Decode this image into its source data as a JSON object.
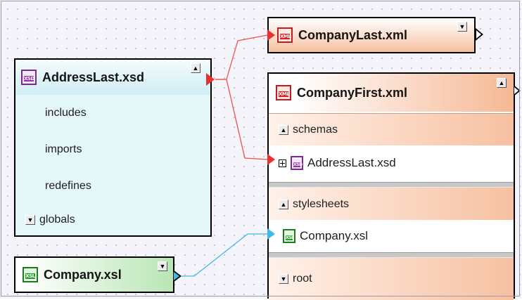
{
  "address_box": {
    "title": "AddressLast.xsd",
    "icon": "xsd-file-icon",
    "icon_text": "XSD",
    "items": [
      "includes",
      "imports",
      "redefines"
    ],
    "globals_label": "globals",
    "color": "#e4f6f8"
  },
  "company_last": {
    "title": "CompanyLast.xml",
    "icon": "xml-file-icon",
    "icon_text": "XML"
  },
  "company_first": {
    "title": "CompanyFirst.xml",
    "icon": "xml-file-icon",
    "icon_text": "XML",
    "schemas_label": "schemas",
    "schema_file": "AddressLast.xsd",
    "stylesheets_label": "stylesheets",
    "stylesheet_file": "Company.xsl",
    "root_label": "root",
    "color": "#f7c4a6"
  },
  "company_xsl": {
    "title": "Company.xsl",
    "icon": "xsl-file-icon",
    "icon_text": "XSL",
    "color": "#c8ecc4"
  },
  "connectors": {
    "xml_link_color": "#f05050",
    "xsl_link_color": "#40b8e8"
  }
}
